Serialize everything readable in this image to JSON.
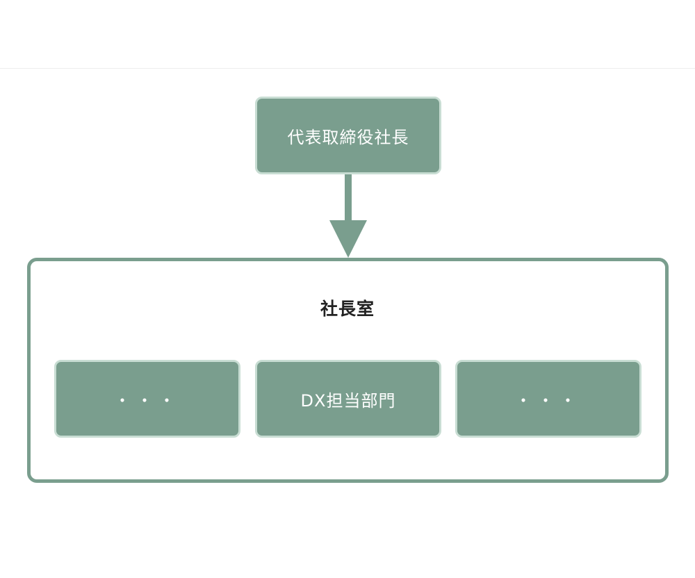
{
  "colors": {
    "box_fill": "#7a9e8e",
    "box_border": "#c8ddd3",
    "container_border": "#7a9e8e",
    "title_text": "#222222"
  },
  "diagram": {
    "top_node": {
      "label": "代表取締役社長"
    },
    "container": {
      "title": "社長室",
      "children": [
        {
          "label": "・・・"
        },
        {
          "label": "DX担当部門"
        },
        {
          "label": "・・・"
        }
      ]
    }
  }
}
